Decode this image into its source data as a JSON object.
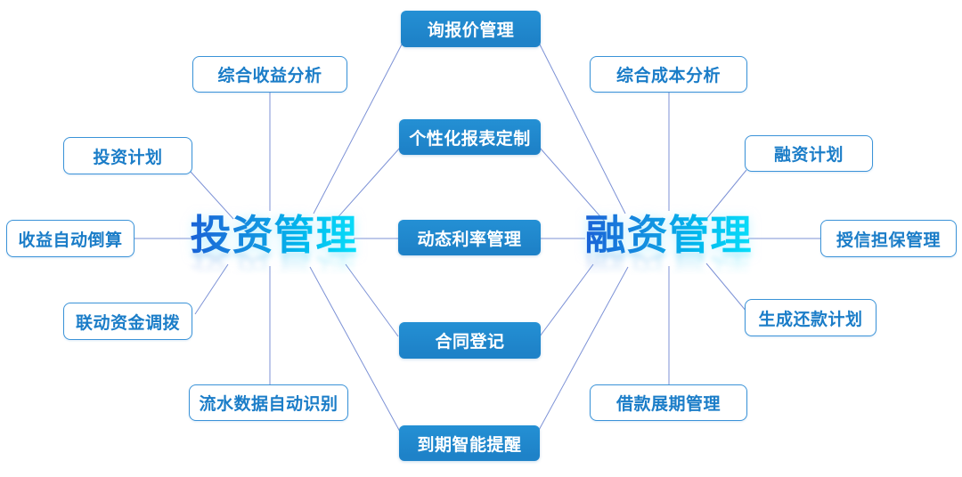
{
  "hubs": {
    "investment": {
      "label": "投资管理"
    },
    "financing": {
      "label": "融资管理"
    }
  },
  "nodes": {
    "middle": [
      {
        "label": "询报价管理"
      },
      {
        "label": "个性化报表定制"
      },
      {
        "label": "动态利率管理"
      },
      {
        "label": "合同登记"
      },
      {
        "label": "到期智能提醒"
      }
    ],
    "left": [
      {
        "label": "综合收益分析"
      },
      {
        "label": "投资计划"
      },
      {
        "label": "收益自动倒算"
      },
      {
        "label": "联动资金调拨"
      },
      {
        "label": "流水数据自动识别"
      }
    ],
    "right": [
      {
        "label": "综合成本分析"
      },
      {
        "label": "融资计划"
      },
      {
        "label": "授信担保管理"
      },
      {
        "label": "生成还款计划"
      },
      {
        "label": "借款展期管理"
      }
    ]
  },
  "colors": {
    "solid_node_fill": "#1e82c8",
    "solid_node_text": "#ffffff",
    "outline_node_border": "#3b93d8",
    "outline_node_text": "#1b7dc8",
    "connector": "#7d92d6",
    "hub_gradient_start": "#1a5fd6",
    "hub_gradient_end": "#0ae0fa",
    "background": "#ffffff"
  }
}
